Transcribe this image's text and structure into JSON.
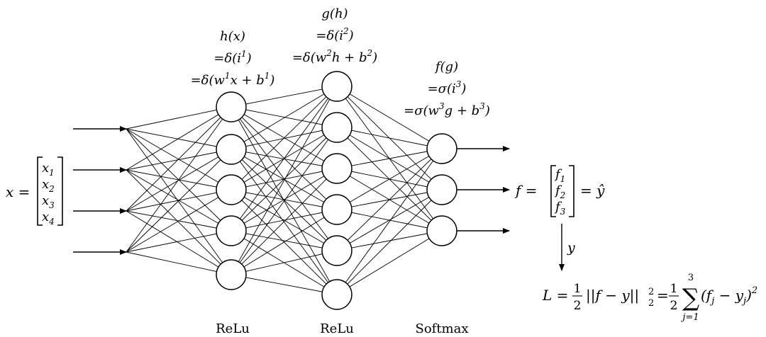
{
  "input": {
    "lhs": "x =",
    "entries": [
      {
        "base": "x",
        "sub": "1"
      },
      {
        "base": "x",
        "sub": "2"
      },
      {
        "base": "x",
        "sub": "3"
      },
      {
        "base": "x",
        "sub": "4"
      }
    ]
  },
  "layers": [
    {
      "neurons": 5,
      "activation": "ReLu",
      "formula": [
        {
          "parts": [
            {
              "t": "h(x)"
            }
          ]
        },
        {
          "parts": [
            {
              "t": "=δ(i"
            },
            {
              "sup": "1"
            },
            {
              "t": ")"
            }
          ]
        },
        {
          "parts": [
            {
              "t": "=δ(w"
            },
            {
              "sup": "1"
            },
            {
              "t": "x + b"
            },
            {
              "sup": "1"
            },
            {
              "t": ")"
            }
          ]
        }
      ]
    },
    {
      "neurons": 6,
      "activation": "ReLu",
      "formula": [
        {
          "parts": [
            {
              "t": "g(h)"
            }
          ]
        },
        {
          "parts": [
            {
              "t": "=δ(i"
            },
            {
              "sup": "2"
            },
            {
              "t": ")"
            }
          ]
        },
        {
          "parts": [
            {
              "t": "=δ(w"
            },
            {
              "sup": "2"
            },
            {
              "t": "h + b"
            },
            {
              "sup": "2"
            },
            {
              "t": ")"
            }
          ]
        }
      ]
    },
    {
      "neurons": 3,
      "activation": "Softmax",
      "formula": [
        {
          "parts": [
            {
              "t": "f(g)"
            }
          ]
        },
        {
          "parts": [
            {
              "t": "=σ(i"
            },
            {
              "sup": "3"
            },
            {
              "t": ")"
            }
          ]
        },
        {
          "parts": [
            {
              "t": "=σ(w"
            },
            {
              "sup": "3"
            },
            {
              "t": "g + b"
            },
            {
              "sup": "3"
            },
            {
              "t": ")"
            }
          ]
        }
      ]
    }
  ],
  "output": {
    "lhs": "f =",
    "entries": [
      {
        "base": "f",
        "sub": "1"
      },
      {
        "base": "f",
        "sub": "2"
      },
      {
        "base": "f",
        "sub": "3"
      }
    ],
    "rhs": "= ŷ"
  },
  "target_label": "y",
  "loss": {
    "lhs": "L =",
    "half": {
      "num": "1",
      "den": "2"
    },
    "norm": "||f − y||",
    "norm_sub": "2",
    "norm_sup": "2",
    "eq": "=",
    "sum_symbol": "∑",
    "sum_upper": "3",
    "sum_lower": "j=1",
    "summand": "(f",
    "summand_sub1": "j",
    "summand_mid": " − y",
    "summand_sub2": "j",
    "summand_end": ")",
    "summand_sup": "2"
  }
}
